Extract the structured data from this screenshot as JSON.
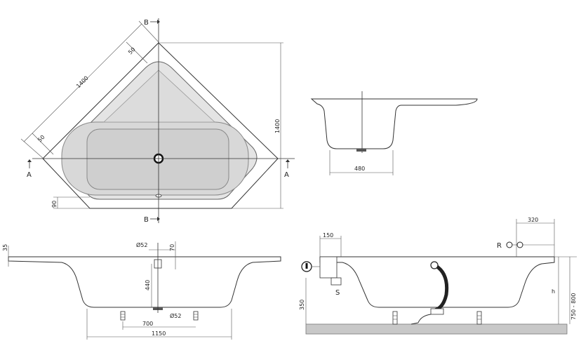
{
  "top_view": {
    "section_b": "B",
    "section_a": "A",
    "dim_1400_diag": "1400",
    "dim_50_top": "50",
    "dim_50_left": "50",
    "dim_1400_vert": "1400",
    "dim_90": "90"
  },
  "section_side_view": {
    "dim_480": "480"
  },
  "section_bottom_left": {
    "dim_35": "35",
    "dim_o52_top": "Ø52",
    "dim_70": "70",
    "dim_440": "440",
    "dim_700": "700",
    "dim_o52_bottom": "Ø52",
    "dim_1150": "1150"
  },
  "section_bottom_right": {
    "dim_150": "150",
    "label_s": "S",
    "dim_350": "350",
    "dim_320": "320",
    "label_r": "R",
    "dim_h": "h",
    "dim_750_800": "750 - 800"
  }
}
